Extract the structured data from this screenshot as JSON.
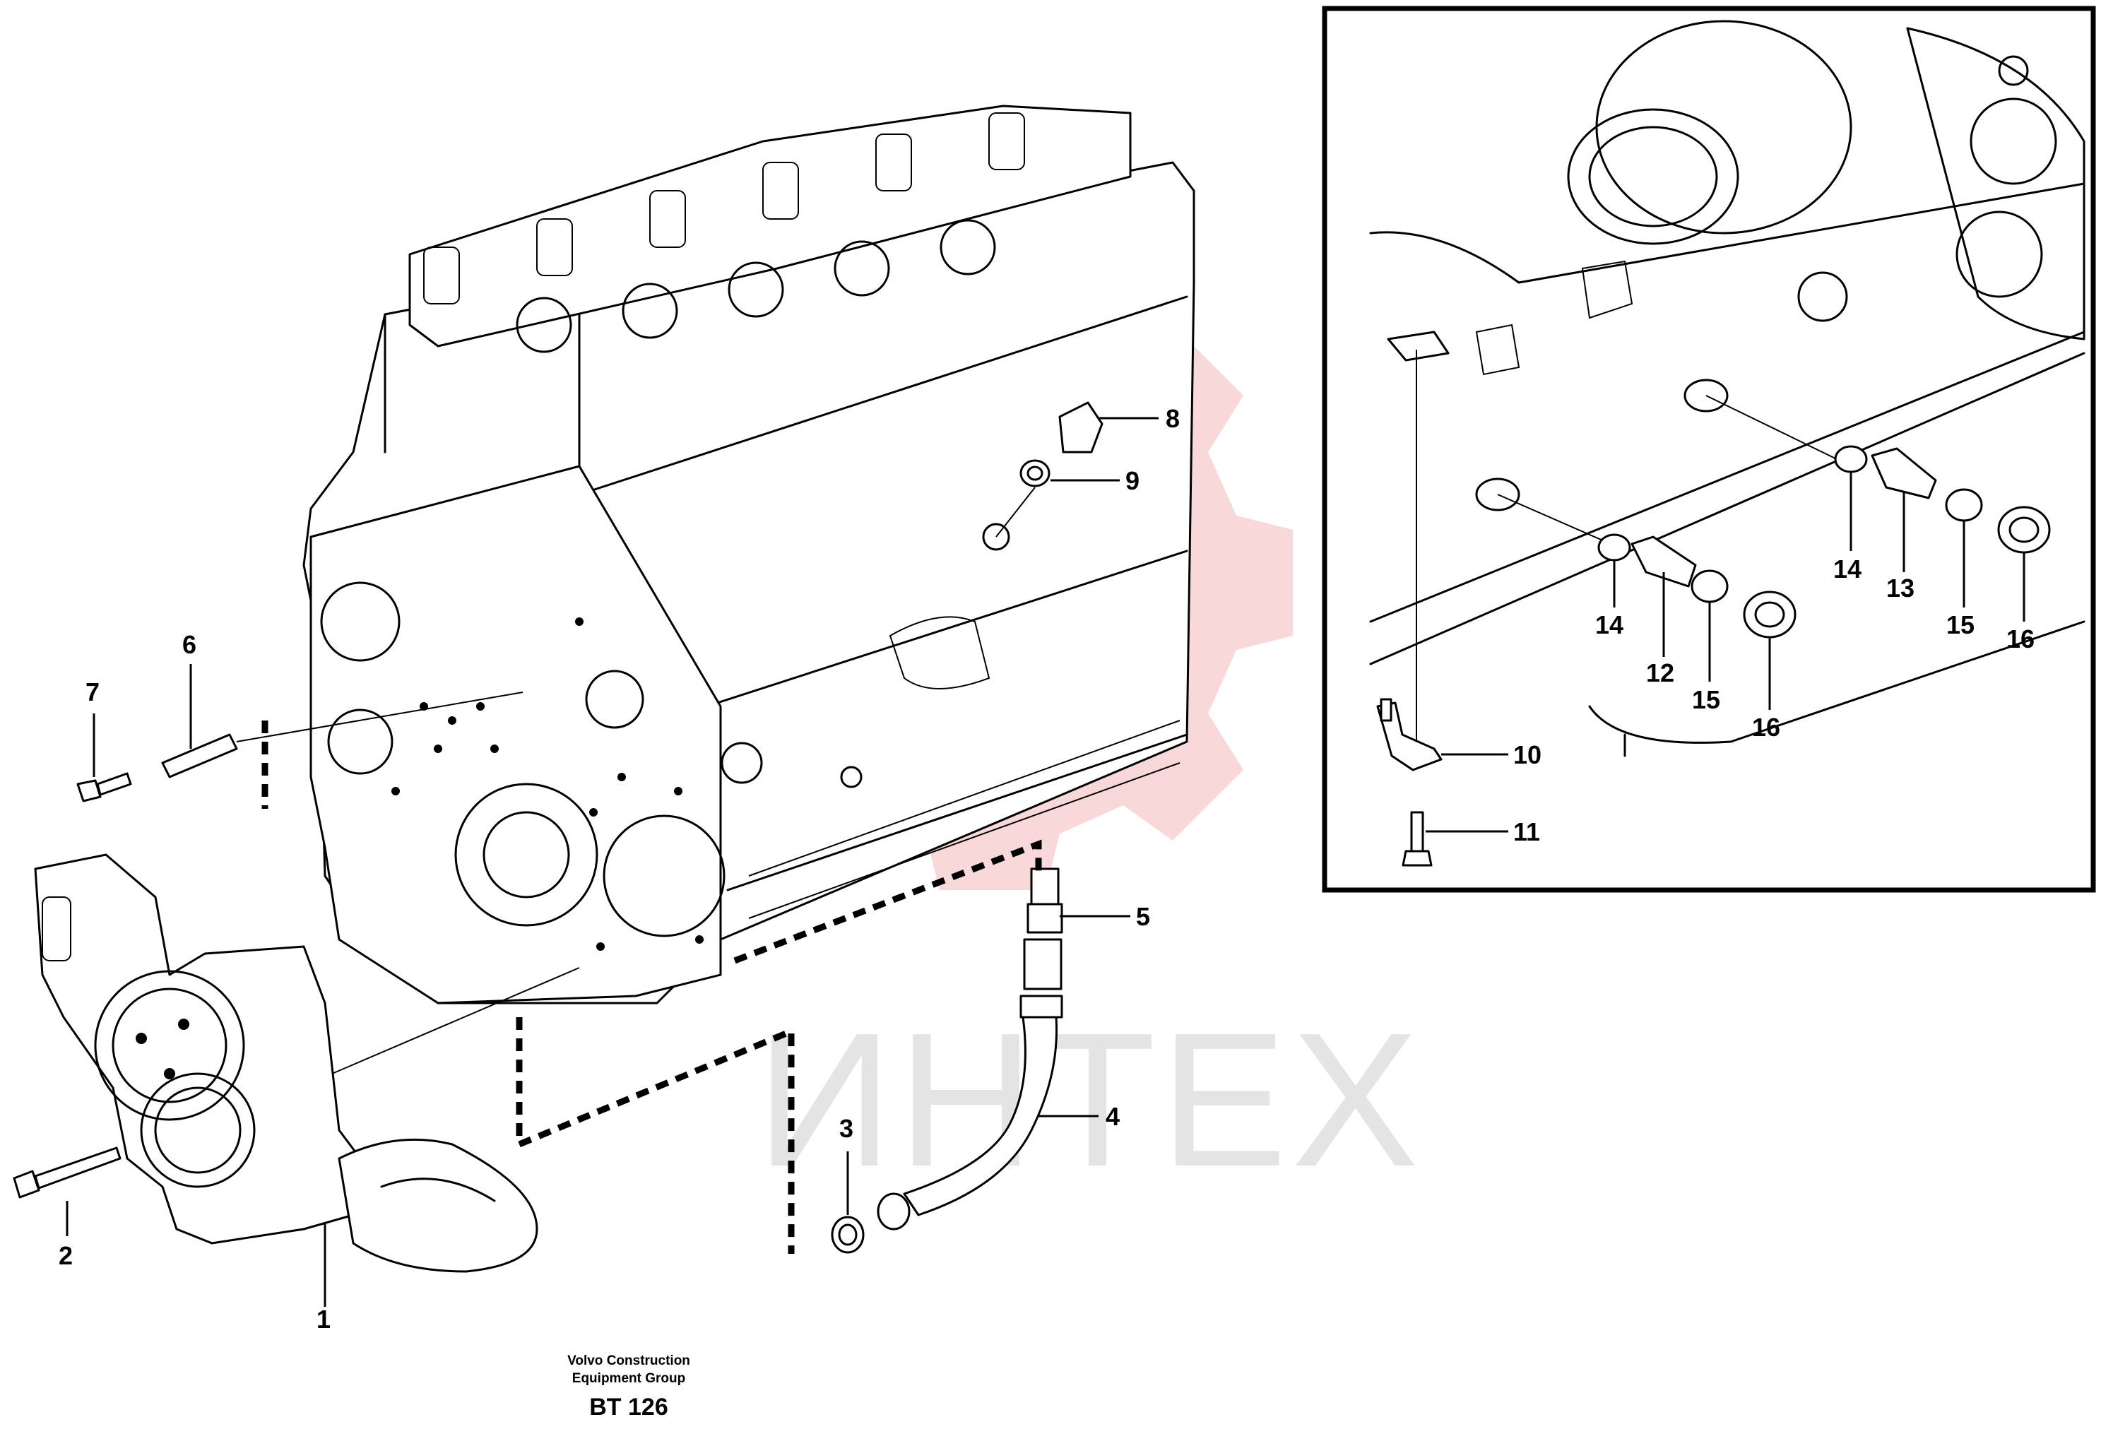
{
  "callouts": [
    {
      "id": "1",
      "label": "1"
    },
    {
      "id": "2",
      "label": "2"
    },
    {
      "id": "3",
      "label": "3"
    },
    {
      "id": "4",
      "label": "4"
    },
    {
      "id": "5",
      "label": "5"
    },
    {
      "id": "6",
      "label": "6"
    },
    {
      "id": "7",
      "label": "7"
    },
    {
      "id": "8",
      "label": "8"
    },
    {
      "id": "9",
      "label": "9"
    },
    {
      "id": "10",
      "label": "10"
    },
    {
      "id": "11",
      "label": "11"
    },
    {
      "id": "12",
      "label": "12"
    },
    {
      "id": "13",
      "label": "13"
    },
    {
      "id": "14a",
      "label": "14"
    },
    {
      "id": "14b",
      "label": "14"
    },
    {
      "id": "15a",
      "label": "15"
    },
    {
      "id": "15b",
      "label": "15"
    },
    {
      "id": "16a",
      "label": "16"
    },
    {
      "id": "16b",
      "label": "16"
    }
  ],
  "footer": {
    "line1": "Volvo Construction",
    "line2": "Equipment Group",
    "code": "BT 126"
  },
  "watermark": {
    "text": "ИНТЕХ",
    "gear_color": "#f2b8b8",
    "text_color": "#e4e4e4"
  }
}
